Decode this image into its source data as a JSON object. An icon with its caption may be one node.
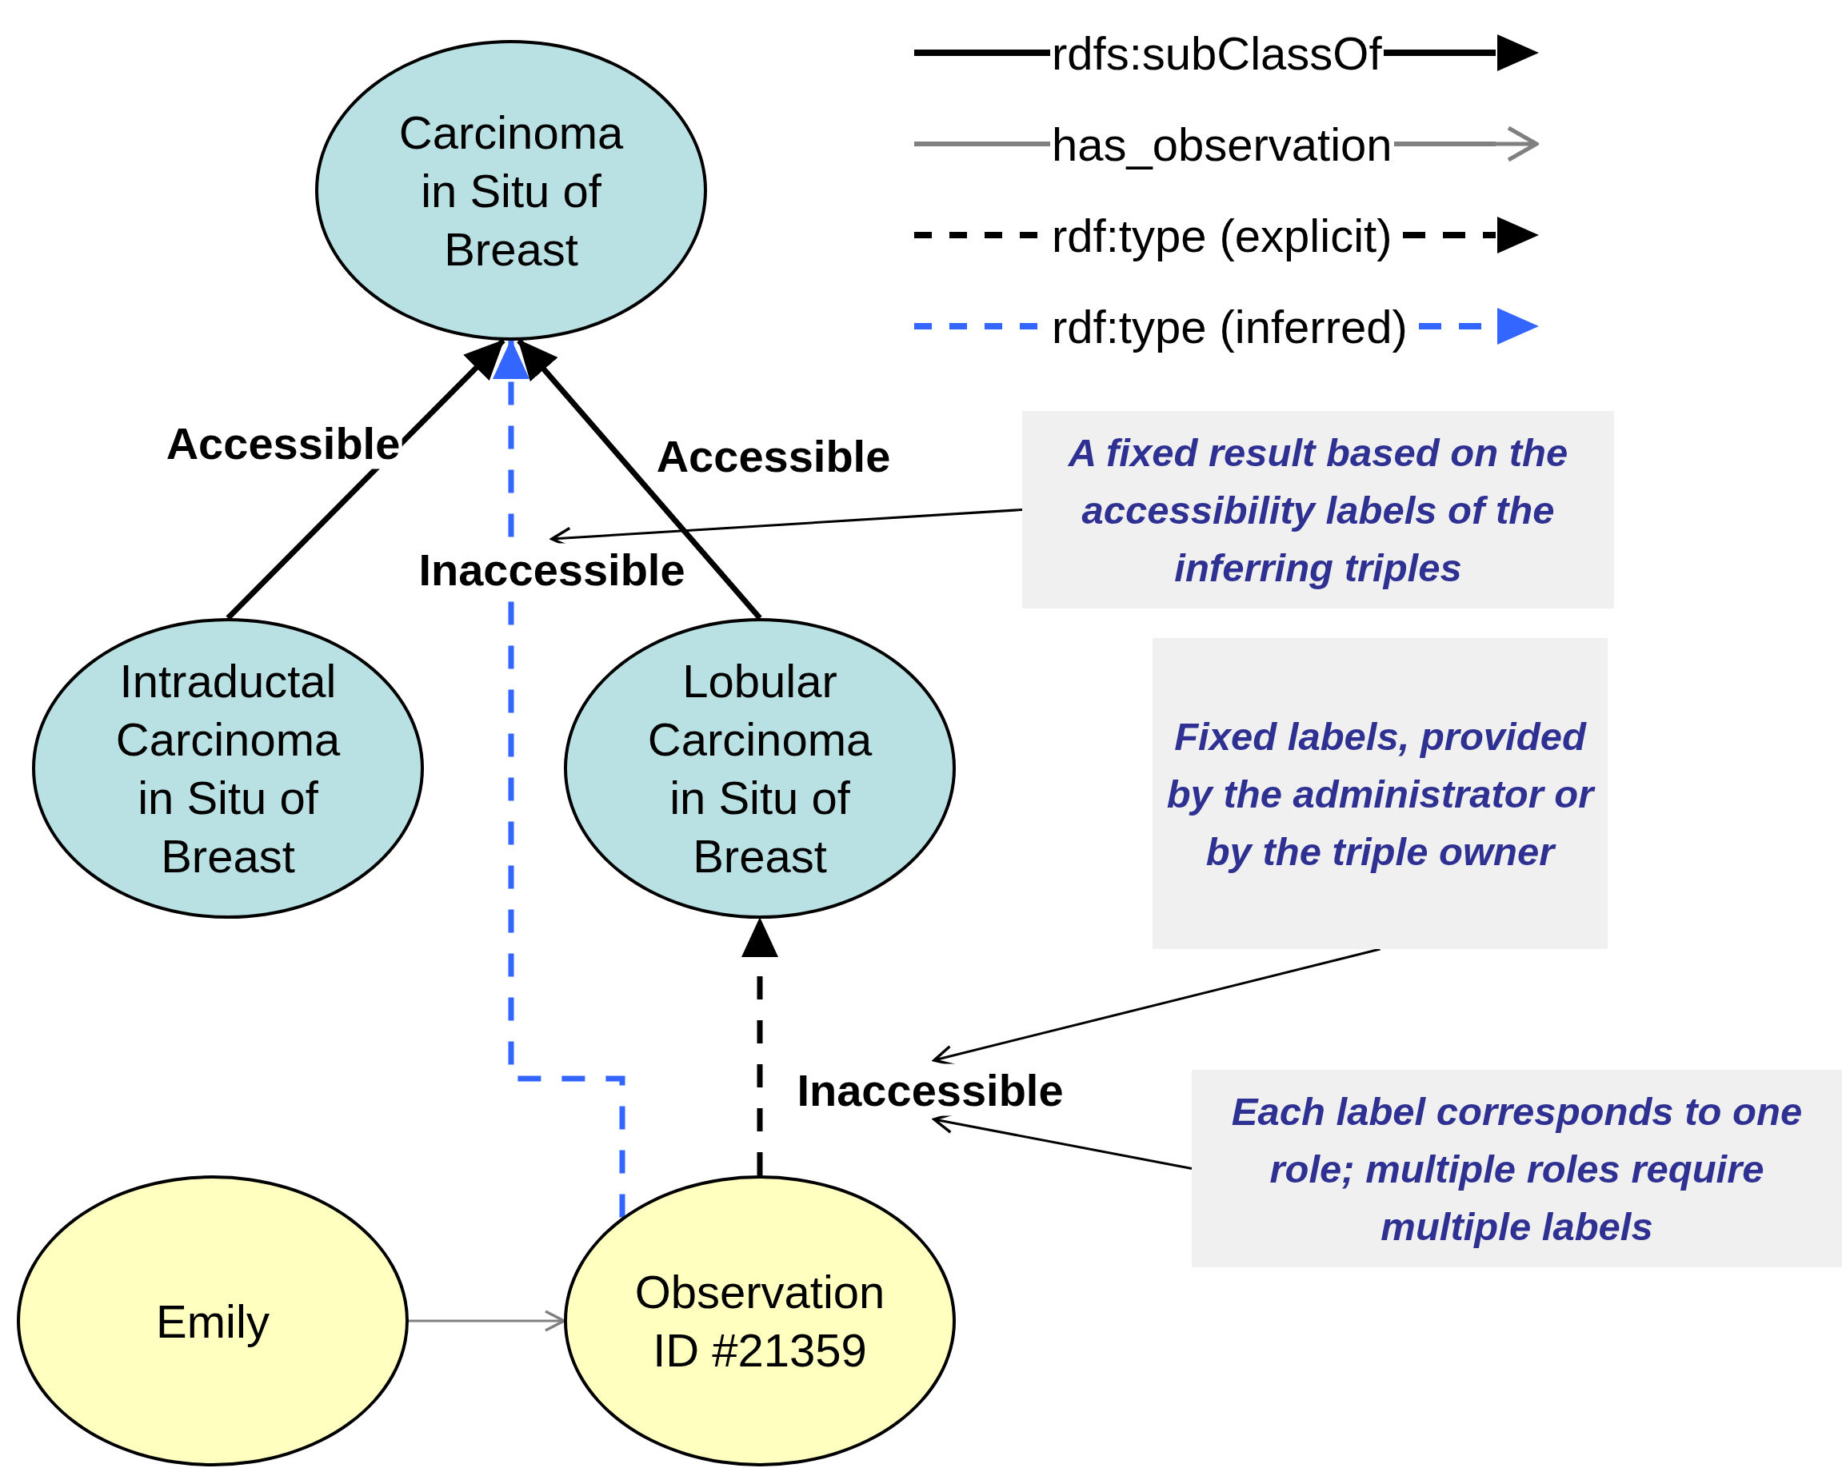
{
  "diagram": {
    "nodes": [
      {
        "text": [
          "Carcinoma in Situ of Breast"
        ]
      },
      {
        "text": [
          "Intraductal Carcinoma in Situ of Breast"
        ]
      },
      {
        "text": [
          "Lobular Carcinoma in Situ of Breast"
        ]
      },
      {
        "text": [
          "Emily"
        ]
      },
      {
        "text": [
          "Observation ID #21359"
        ]
      },
      {
        "text": [
          "A fixed result based on the accessibility labels of the inferring triples"
        ]
      },
      {
        "text": [
          "Fixed labels, provided by the administrator or by the triple owner"
        ]
      },
      {
        "text": [
          "Each label corresponds to one role; multiple roles require multiple labels"
        ]
      }
    ],
    "edges": [
      {
        "from": 1,
        "to": 0,
        "arrow": "to",
        "label": "Accessible",
        "style": "thick"
      },
      {
        "from": 2,
        "to": 0,
        "arrow": "to",
        "label": "Accessible",
        "style": "thick"
      },
      {
        "from": 4,
        "to": 0,
        "arrow": "to",
        "label": "Inaccessible",
        "style": "dashed",
        "color": "#3366ff"
      },
      {
        "from": 4,
        "to": 2,
        "arrow": "to",
        "label": "Inaccessible",
        "style": "dashed"
      },
      {
        "from": 3,
        "to": 4,
        "arrow": "to",
        "color": "#808080"
      },
      {
        "from": 5,
        "to": null,
        "arrow": "to"
      },
      {
        "from": 6,
        "to": null,
        "arrow": "to"
      },
      {
        "from": 7,
        "to": null,
        "arrow": "to"
      }
    ],
    "legend": [
      {
        "text": "rdfs:subClassOf"
      },
      {
        "text": "has_observation"
      },
      {
        "text": "rdf:type (explicit)"
      },
      {
        "text": "rdf:type (inferred)"
      }
    ]
  }
}
